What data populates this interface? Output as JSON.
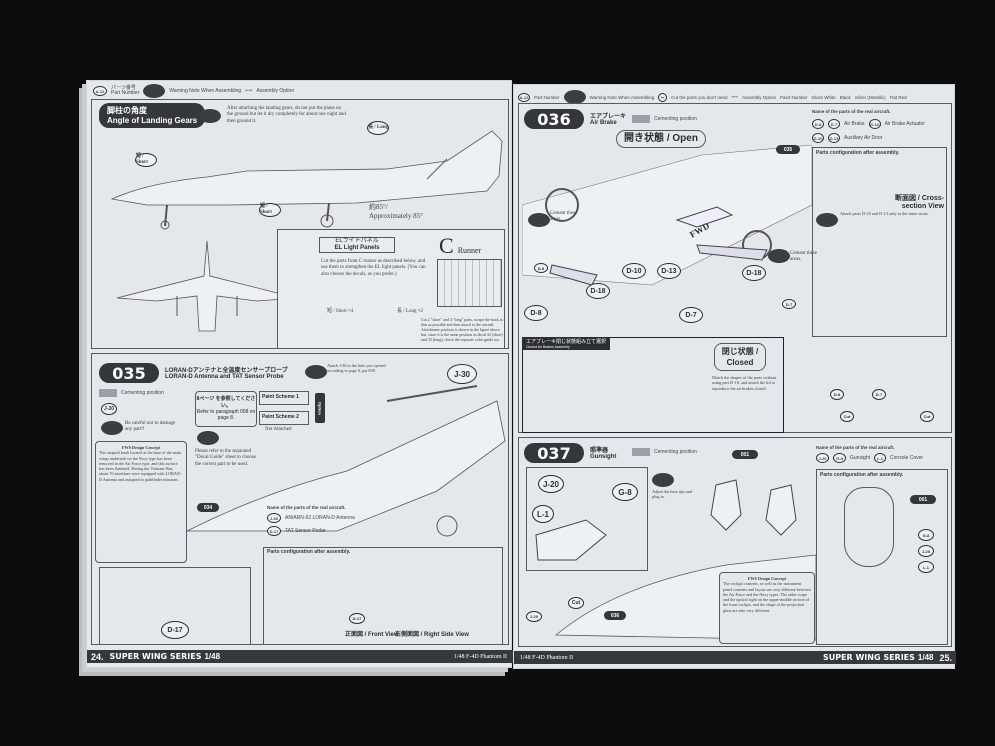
{
  "legend_left": {
    "part_number": "Part Number",
    "part_number_jp": "パーツ番号",
    "warning": "Warning Note When Assembling",
    "option": "Assembly Option",
    "part_id": "A-12"
  },
  "legend_right": {
    "cut": "Cut the parts you don't need",
    "paint_number": "Paint Number",
    "colors": [
      "Gloss White",
      "Black",
      "Silver (Metallic)",
      "Flat Red"
    ]
  },
  "landing": {
    "title_jp": "脚柱の角度",
    "title": "Angle of Landing Gears",
    "warning_label": "Warning",
    "note": "After attaching the landing gears, do not put the plane on the ground but let it dry completely for about one night and then ground it.",
    "long": "長 / Long",
    "short": "短 / Short",
    "angle_jp": "約85°/",
    "angle": "Approximately 85°"
  },
  "el_panels": {
    "title_jp": "ELライトパネル",
    "title": "EL Light Panels",
    "runner_letter": "C",
    "runner": "Runner",
    "note": "Cut the parts from C runner as described below, and use them to strengthen the EL light panels. (You can also choose the decals, as you prefer.)",
    "short": "短 / Short ×4",
    "long": "長 / Long ×2",
    "note2": "Cut 2 \"short\" and 4 \"long\" parts, scrape the back as thin as possible and then attach to the aircraft. Attachment position is shown in the figure above but, since it is the same position as decal 32 (short) and 33 (long), check the separate color guide too."
  },
  "step035": {
    "number": "035",
    "title_jp": "LORAN-Dアンテナと全温度センサープローブ",
    "title": "LORAN-D Antenna and TAT Sensor Probe",
    "cementing": "Cementing position",
    "ref_jp": "8ページ を参照してください。",
    "ref": "Refer to paragraph 008 on page 8.",
    "paint1": "Paint Scheme 1",
    "paint2": "Paint Scheme 2",
    "not_attached": "Not Attached",
    "option": "Option",
    "warning_careful": "Be careful not to damage any part!!",
    "decal_note": "Please refer to the separated \"Decal Guide\" sheet to choose the correct part to be used.",
    "attach_note": "Attach J-30 to the hole you opened according to page 8, par 008.",
    "design_title": "FWS Design Concept",
    "design_text": "The catapult hook located at the base of the main wings underside on the Navy type has been removed in the Air Force type, and this surface has been flattened. During the Vietnam War, about 70 machines were equipped with LORAN-D Antenna and assigned to pathfinder missions.",
    "ref_step": "034",
    "names_title": "Name of the parts of the real aircraft.",
    "j30": "J-30",
    "j30_name": "AN/ARN-92 LORAN-D Antenna",
    "d17": "D-17",
    "d17_name": "TAT Sensor Probe",
    "config": "Parts configuration after assembly.",
    "front_view": "正面図 / Front View",
    "right_view": "右側面図 / Right Side View"
  },
  "step036": {
    "number": "036",
    "title_jp": "エアブレーキ",
    "title": "Air Brake",
    "cementing": "Cementing position",
    "open": "開き状態 / Open",
    "ref_step": "035",
    "fwd": "FWD",
    "cement_note": "Cement these areas.",
    "parts": [
      "D-8",
      "D-10",
      "D-13",
      "D-18",
      "D-18",
      "D-7",
      "D-8",
      "D-7"
    ],
    "names_title": "Name of the parts of the real aircraft.",
    "air_brake": "Air Brake",
    "actuator": "Air Brake Actuator",
    "aux_door": "Auxiliary Air Door",
    "config": "Parts configuration after assembly.",
    "cross_section": "断面図 / Cross-section View",
    "cross_note": "Attach parts D-10 and D-13 only to the inner struts.",
    "closed_title_jp": "エアブレーキ閉じ状態組み立て選択",
    "closed_title": "Closed Air Brakes Assembly",
    "closed": "閉じ状態 / Closed",
    "closed_note": "Match the shapes of the parts without using part D-18, and attach the lid to reproduce the air brakes closed.",
    "cut": "Cut",
    "d10": "D-10",
    "d13": "D-13"
  },
  "step037": {
    "number": "037",
    "title_jp": "照準器",
    "title": "Gunsight",
    "cementing": "Cementing position",
    "ref_seat": "001",
    "ref_step": "036",
    "adjust": "Adjust the base tips and plug in.",
    "names_title": "Name of the parts of the real aircraft.",
    "gunsight": "Gunsight",
    "console": "Console Cover",
    "config": "Parts configuration after assembly.",
    "j20": "J-20",
    "g8": "G-8",
    "l1": "L-1",
    "cut": "Cut",
    "design_title": "FWS Design Concept",
    "design_text": "The cockpit contents, as well as the instrument panel contents and layout are very different between the Air Force and the Navy types. The radar scope and the optical sight on the upper-middle section of the front cockpit, and the shape of the projection glass are also very different."
  },
  "footer": {
    "left_page": "24.",
    "series": "SUPER WING SERIES",
    "scale": "1/48",
    "model": "1/48  F-4D Phantom II",
    "right_page": "25."
  },
  "colors": {
    "background": "#0c0c0c",
    "paper": "#e4e8ec",
    "ink": "#2a2d33"
  }
}
